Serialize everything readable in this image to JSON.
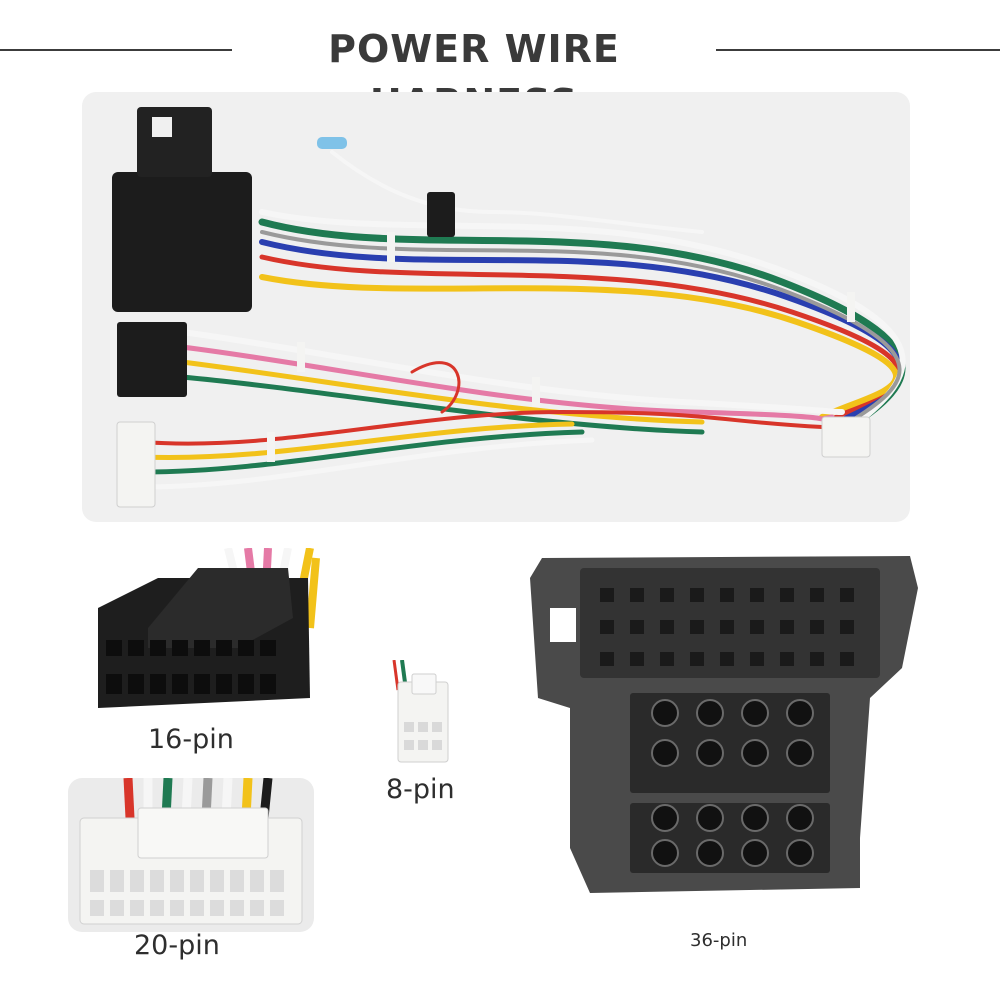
{
  "title": "POWER WIRE HARNESS",
  "labels": {
    "pin16": "16-pin",
    "pin8": "8-pin",
    "pin20": "20-pin",
    "pin36": "36-pin"
  },
  "colors": {
    "title_text": "#3a3a3a",
    "connector_black": "#1c1c1c",
    "connector_white": "#f4f4f2",
    "wire_green": "#1f7a52",
    "wire_red": "#d8352a",
    "wire_yellow": "#f2c21a",
    "wire_blue": "#2a3fb0",
    "wire_pink": "#e57aa6",
    "wire_white": "#f6f6f6",
    "wire_gray": "#9a9a9a"
  }
}
